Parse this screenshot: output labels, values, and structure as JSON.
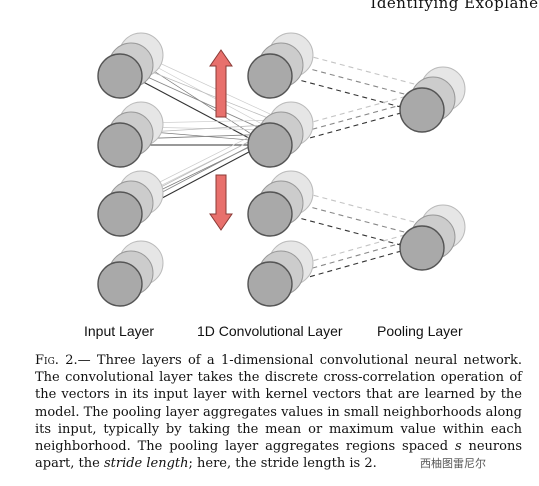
{
  "header": {
    "running_title": "Identifying Exoplanet"
  },
  "labels": {
    "input": "Input Layer",
    "conv": "1D Convolutional Layer",
    "pooling": "Pooling Layer"
  },
  "caption": {
    "label": "Fig. 2.",
    "dash": "— ",
    "text1": "Three layers of a 1-dimensional convolutional neural network. The convolutional layer takes the discrete cross-correlation operation of the vectors in its input layer with kernel vectors that are learned by the model. The pooling layer aggregates values in small neighborhoods along its input, typically by taking the mean or maximum value within each neighborhood. The pooling layer aggregates regions spaced ",
    "var_s": "s",
    "text2": " neurons apart, the ",
    "term": "stride length",
    "text3": "; here, the stride length is 2."
  },
  "watermark": "西柚图雷尼尔",
  "colors": {
    "node_front": "#a9a9a9",
    "node_mid": "#cccccc",
    "node_back": "#e6e6e6",
    "node_stroke": "#555555",
    "arrow_fill": "#e8706c",
    "arrow_stroke": "#8a3a36"
  },
  "diagram": {
    "input_nodes": 4,
    "conv_nodes": 4,
    "pool_nodes": 2,
    "arrows": [
      "up",
      "down"
    ]
  }
}
